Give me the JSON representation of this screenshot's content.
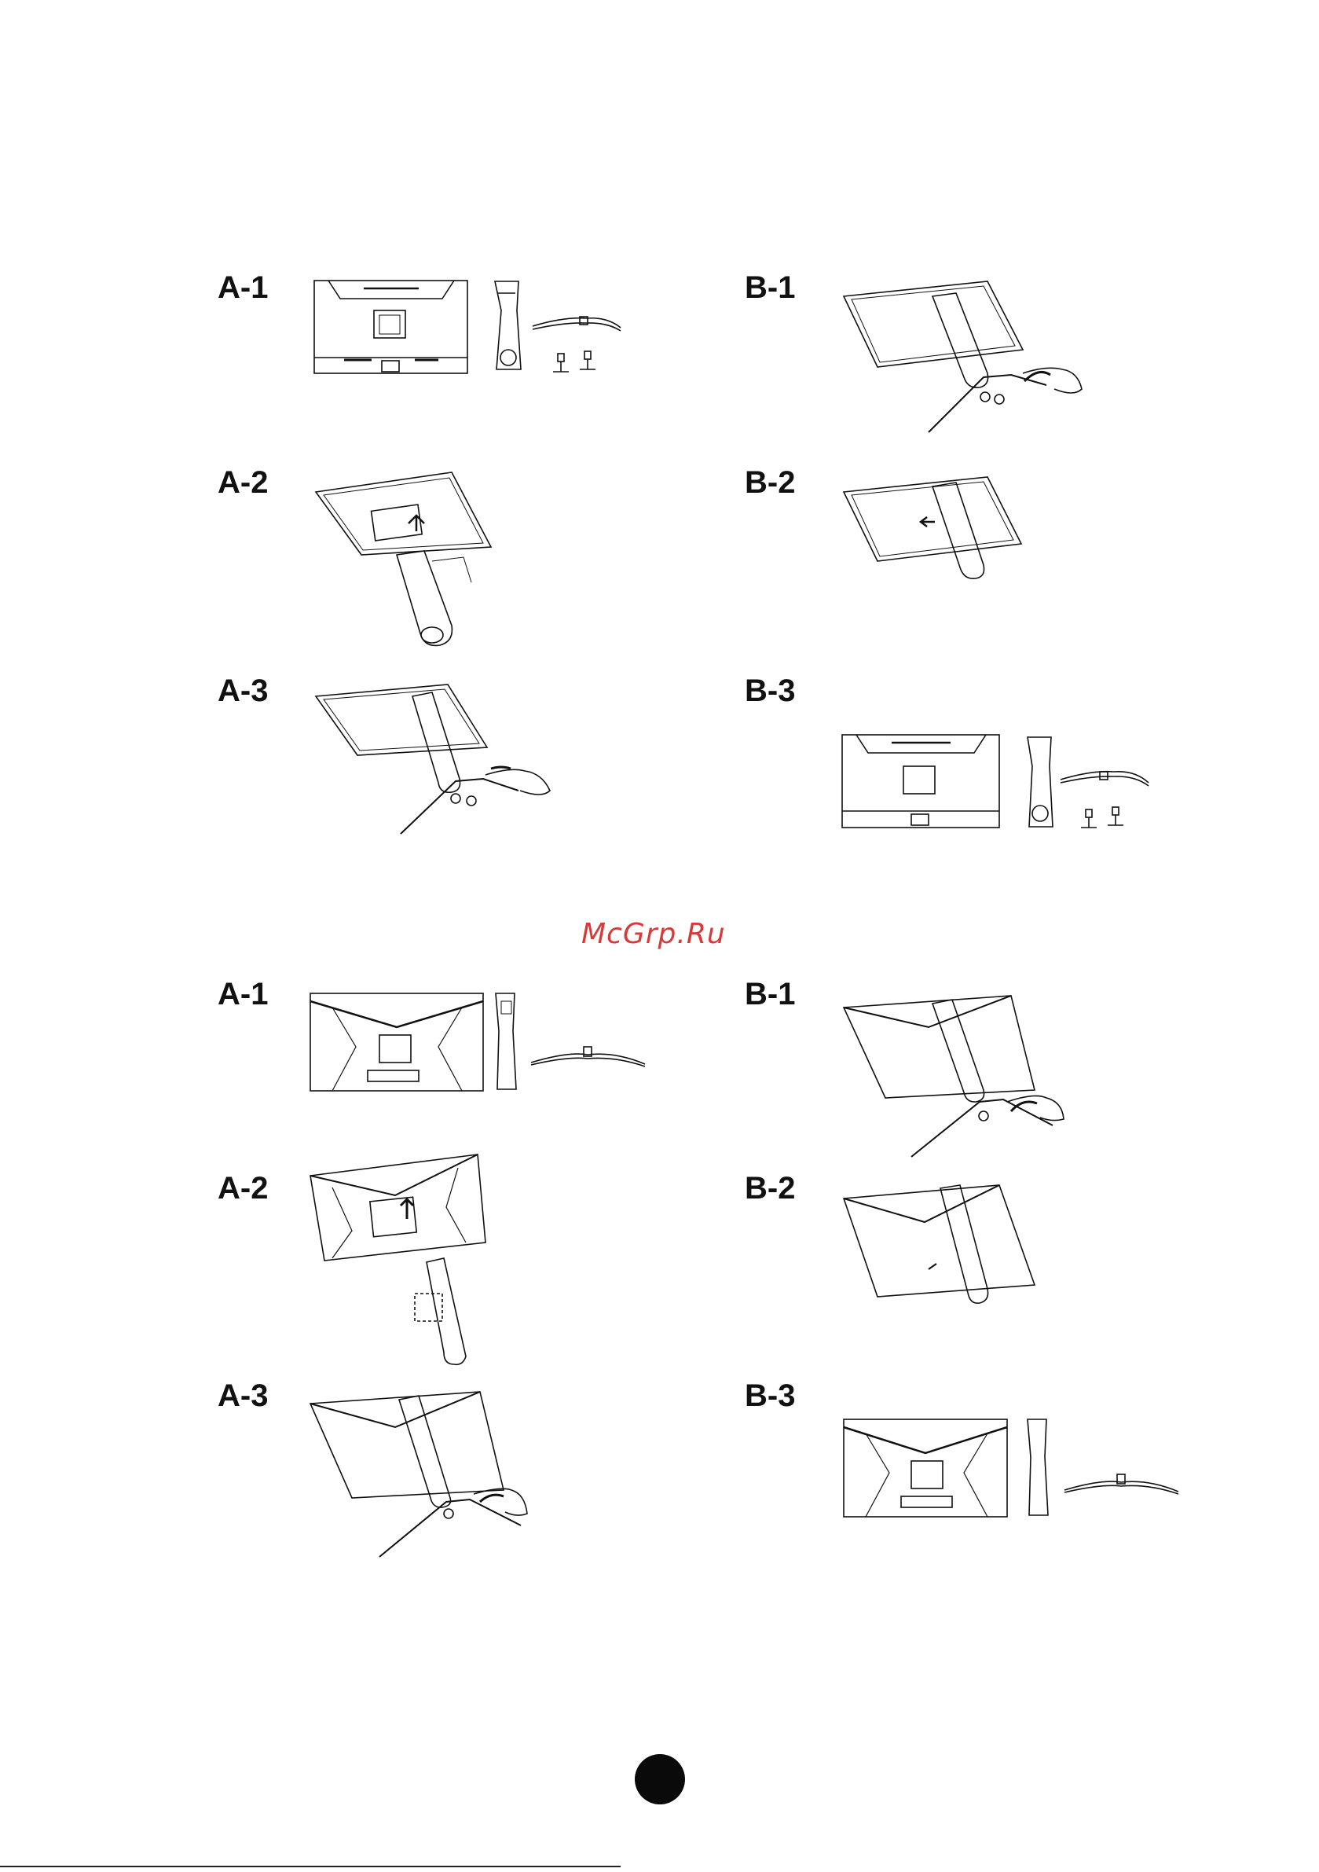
{
  "watermark": "McGrp.Ru",
  "sections": [
    {
      "steps": [
        {
          "id": "a1",
          "label": "A-1"
        },
        {
          "id": "a2",
          "label": "A-2"
        },
        {
          "id": "a3",
          "label": "A-3"
        },
        {
          "id": "b1",
          "label": "B-1"
        },
        {
          "id": "b2",
          "label": "B-2"
        },
        {
          "id": "b3",
          "label": "B-3"
        }
      ]
    },
    {
      "steps": [
        {
          "id": "a1",
          "label": "A-1"
        },
        {
          "id": "a2",
          "label": "A-2"
        },
        {
          "id": "a3",
          "label": "A-3"
        },
        {
          "id": "b1",
          "label": "B-1"
        },
        {
          "id": "b2",
          "label": "B-2"
        },
        {
          "id": "b3",
          "label": "B-3"
        }
      ]
    }
  ],
  "icons": {
    "illustration": "line-drawing",
    "page_marker": "filled-circle"
  }
}
